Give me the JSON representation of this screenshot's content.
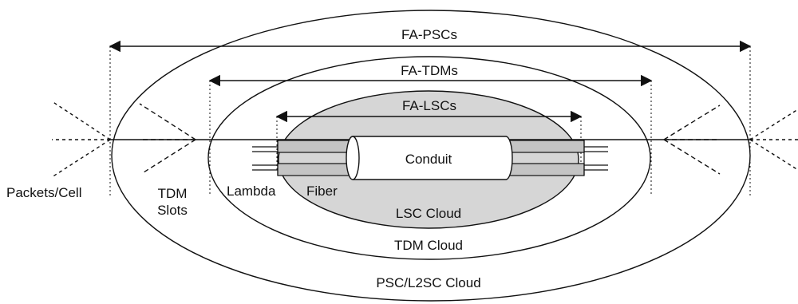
{
  "diagram": {
    "arrows": {
      "fa_pscs": "FA-PSCs",
      "fa_tdms": "FA-TDMs",
      "fa_lscs": "FA-LSCs"
    },
    "clouds": {
      "psc": "PSC/L2SC Cloud",
      "tdm": "TDM Cloud",
      "lsc": "LSC Cloud"
    },
    "conduit": "Conduit",
    "labels": {
      "packets": "Packets/Cell",
      "tdm_slots_line1": "TDM",
      "tdm_slots_line2": "Slots",
      "lambda": "Lambda",
      "fiber": "Fiber"
    },
    "colors": {
      "background": "#ffffff",
      "ellipse_fill_outer": "#ffffff",
      "ellipse_fill_inner": "#d6d6d6",
      "fiber_fill": "#c4c4c4",
      "stroke": "#111111"
    }
  }
}
